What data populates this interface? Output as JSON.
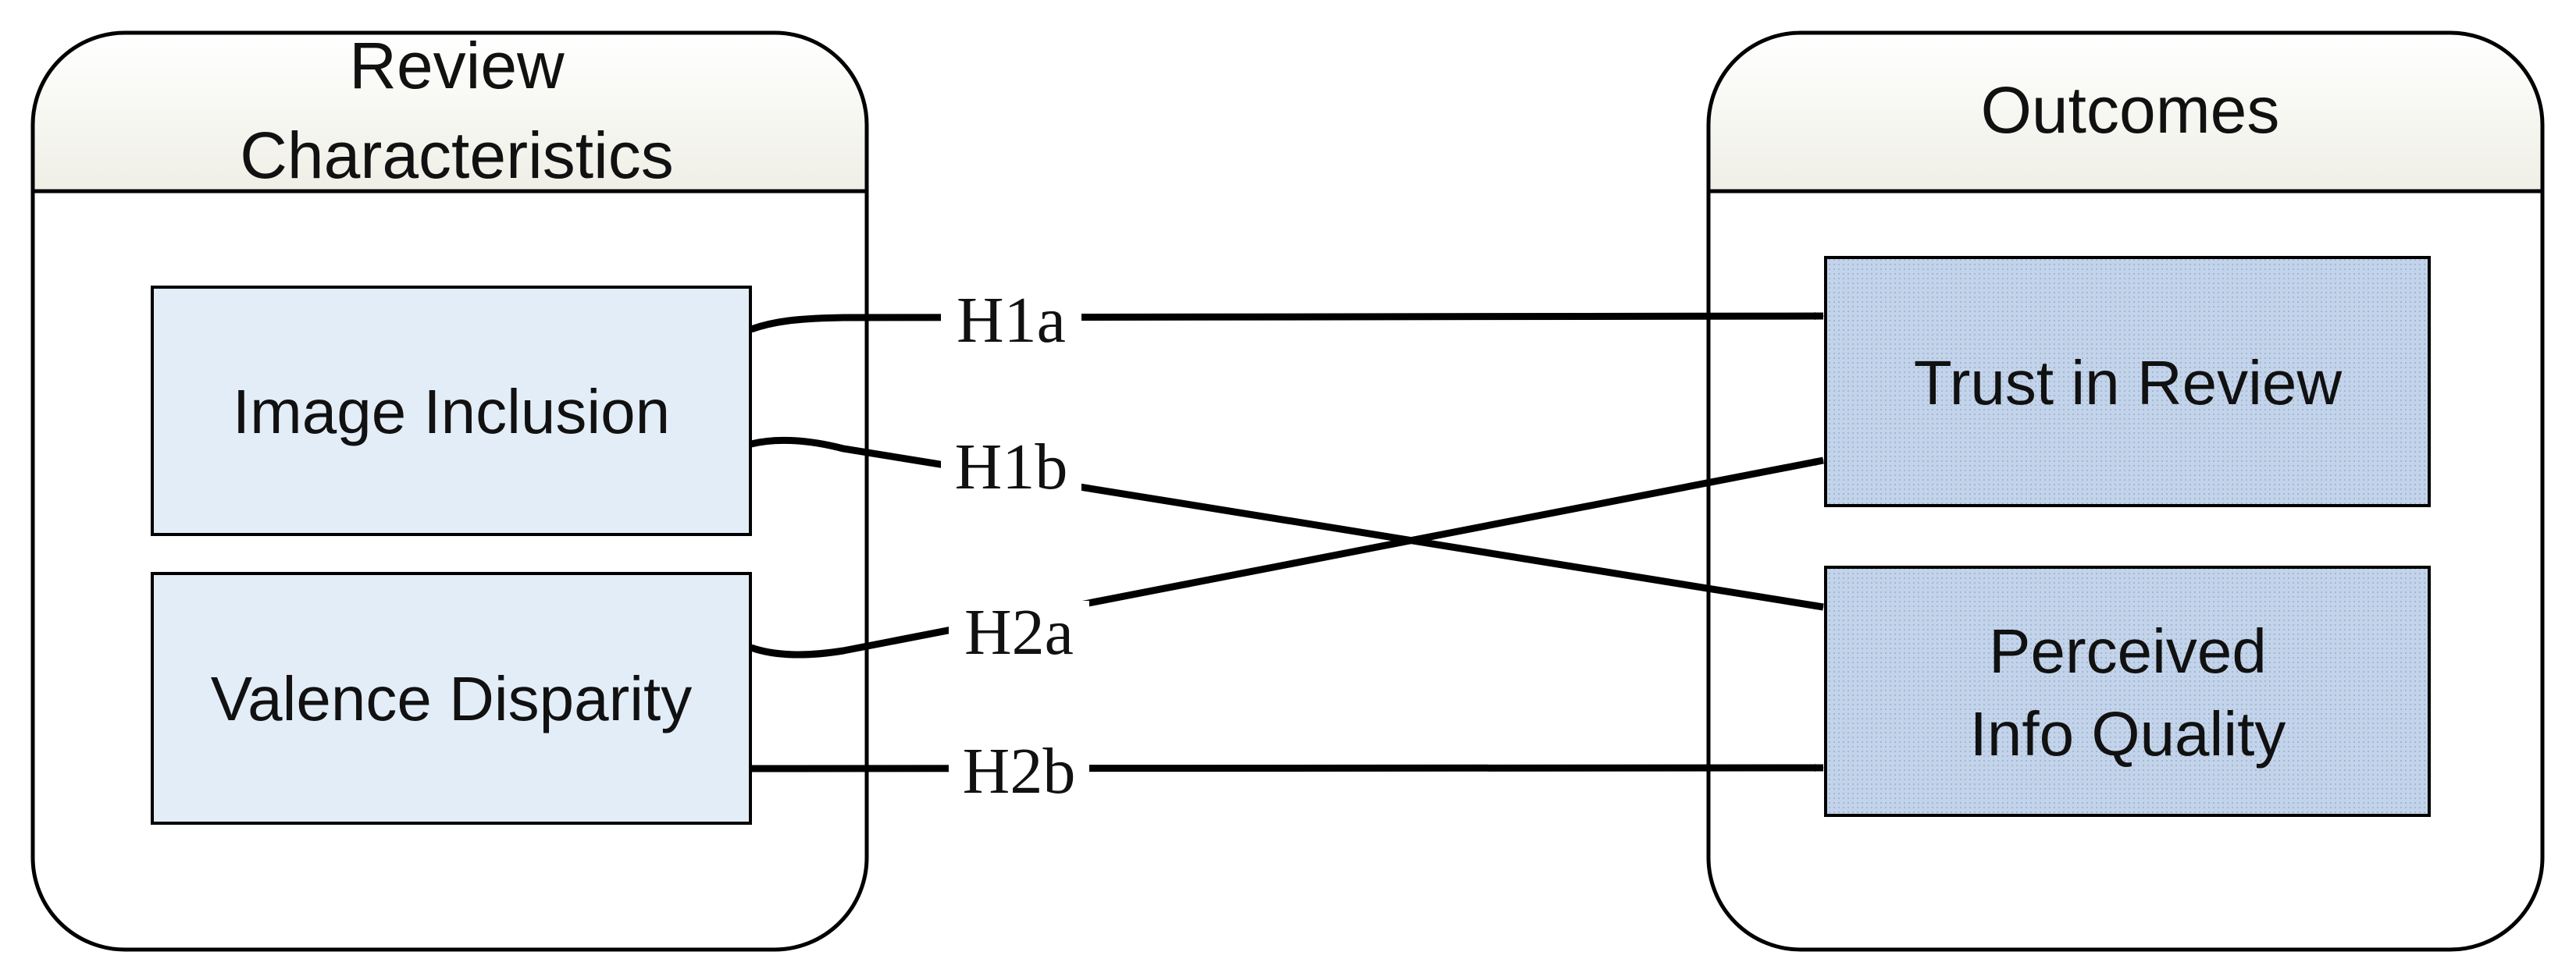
{
  "groups": {
    "left": {
      "title_line1": "Review",
      "title_line2": "Characteristics"
    },
    "right": {
      "title": "Outcomes"
    }
  },
  "constructs": {
    "image_inclusion": "Image Inclusion",
    "valence_disparity": "Valence Disparity",
    "trust_in_review": "Trust in Review",
    "perceived_info_quality_line1": "Perceived",
    "perceived_info_quality_line2": "Info Quality"
  },
  "hypotheses": {
    "h1a": "H1a",
    "h1b": "H1b",
    "h2a": "H2a",
    "h2b": "H2b"
  },
  "colors": {
    "independent_fill": "#e3edf7",
    "dependent_fill": "#b9cde6",
    "header_fill": "#f7f7f2",
    "stroke": "#000000"
  }
}
